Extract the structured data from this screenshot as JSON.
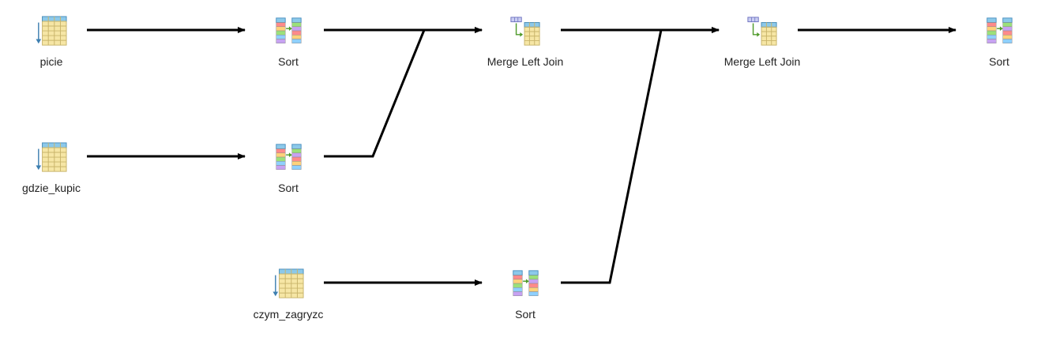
{
  "diagram": {
    "nodes": [
      {
        "id": "src_picie",
        "label": "picie",
        "icon": "table-source-icon"
      },
      {
        "id": "sort_1",
        "label": "Sort",
        "icon": "sort-icon"
      },
      {
        "id": "merge_1",
        "label": "Merge Left Join",
        "icon": "merge-left-join-icon"
      },
      {
        "id": "merge_2",
        "label": "Merge Left Join",
        "icon": "merge-left-join-icon"
      },
      {
        "id": "sort_4",
        "label": "Sort",
        "icon": "sort-icon"
      },
      {
        "id": "src_gdzie",
        "label": "gdzie_kupic",
        "icon": "table-source-icon"
      },
      {
        "id": "sort_2",
        "label": "Sort",
        "icon": "sort-icon"
      },
      {
        "id": "src_czym",
        "label": "czym_zagryzc",
        "icon": "table-source-icon"
      },
      {
        "id": "sort_3",
        "label": "Sort",
        "icon": "sort-icon"
      }
    ],
    "edges": [
      {
        "from": "src_picie",
        "to": "sort_1"
      },
      {
        "from": "sort_1",
        "to": "merge_1"
      },
      {
        "from": "src_gdzie",
        "to": "sort_2"
      },
      {
        "from": "sort_2",
        "to": "merge_1"
      },
      {
        "from": "merge_1",
        "to": "merge_2"
      },
      {
        "from": "src_czym",
        "to": "sort_3"
      },
      {
        "from": "sort_3",
        "to": "merge_2"
      },
      {
        "from": "merge_2",
        "to": "sort_4"
      }
    ],
    "colors": {
      "edge": "#000000",
      "table_fill": "#f6e6a5",
      "table_grid": "#c8b46a",
      "table_header": "#8cc9ea",
      "table_header_border": "#4a8fbf",
      "source_arrow": "#3d7fb0",
      "merge_arrow": "#4f9a2a",
      "merge_key_fill": "#c9cdf2",
      "merge_key_border": "#6e72c0",
      "sort_rows": [
        "#ff8a8a",
        "#ffd27a",
        "#9be07a",
        "#8fd0ff",
        "#c7a2f2"
      ]
    }
  }
}
